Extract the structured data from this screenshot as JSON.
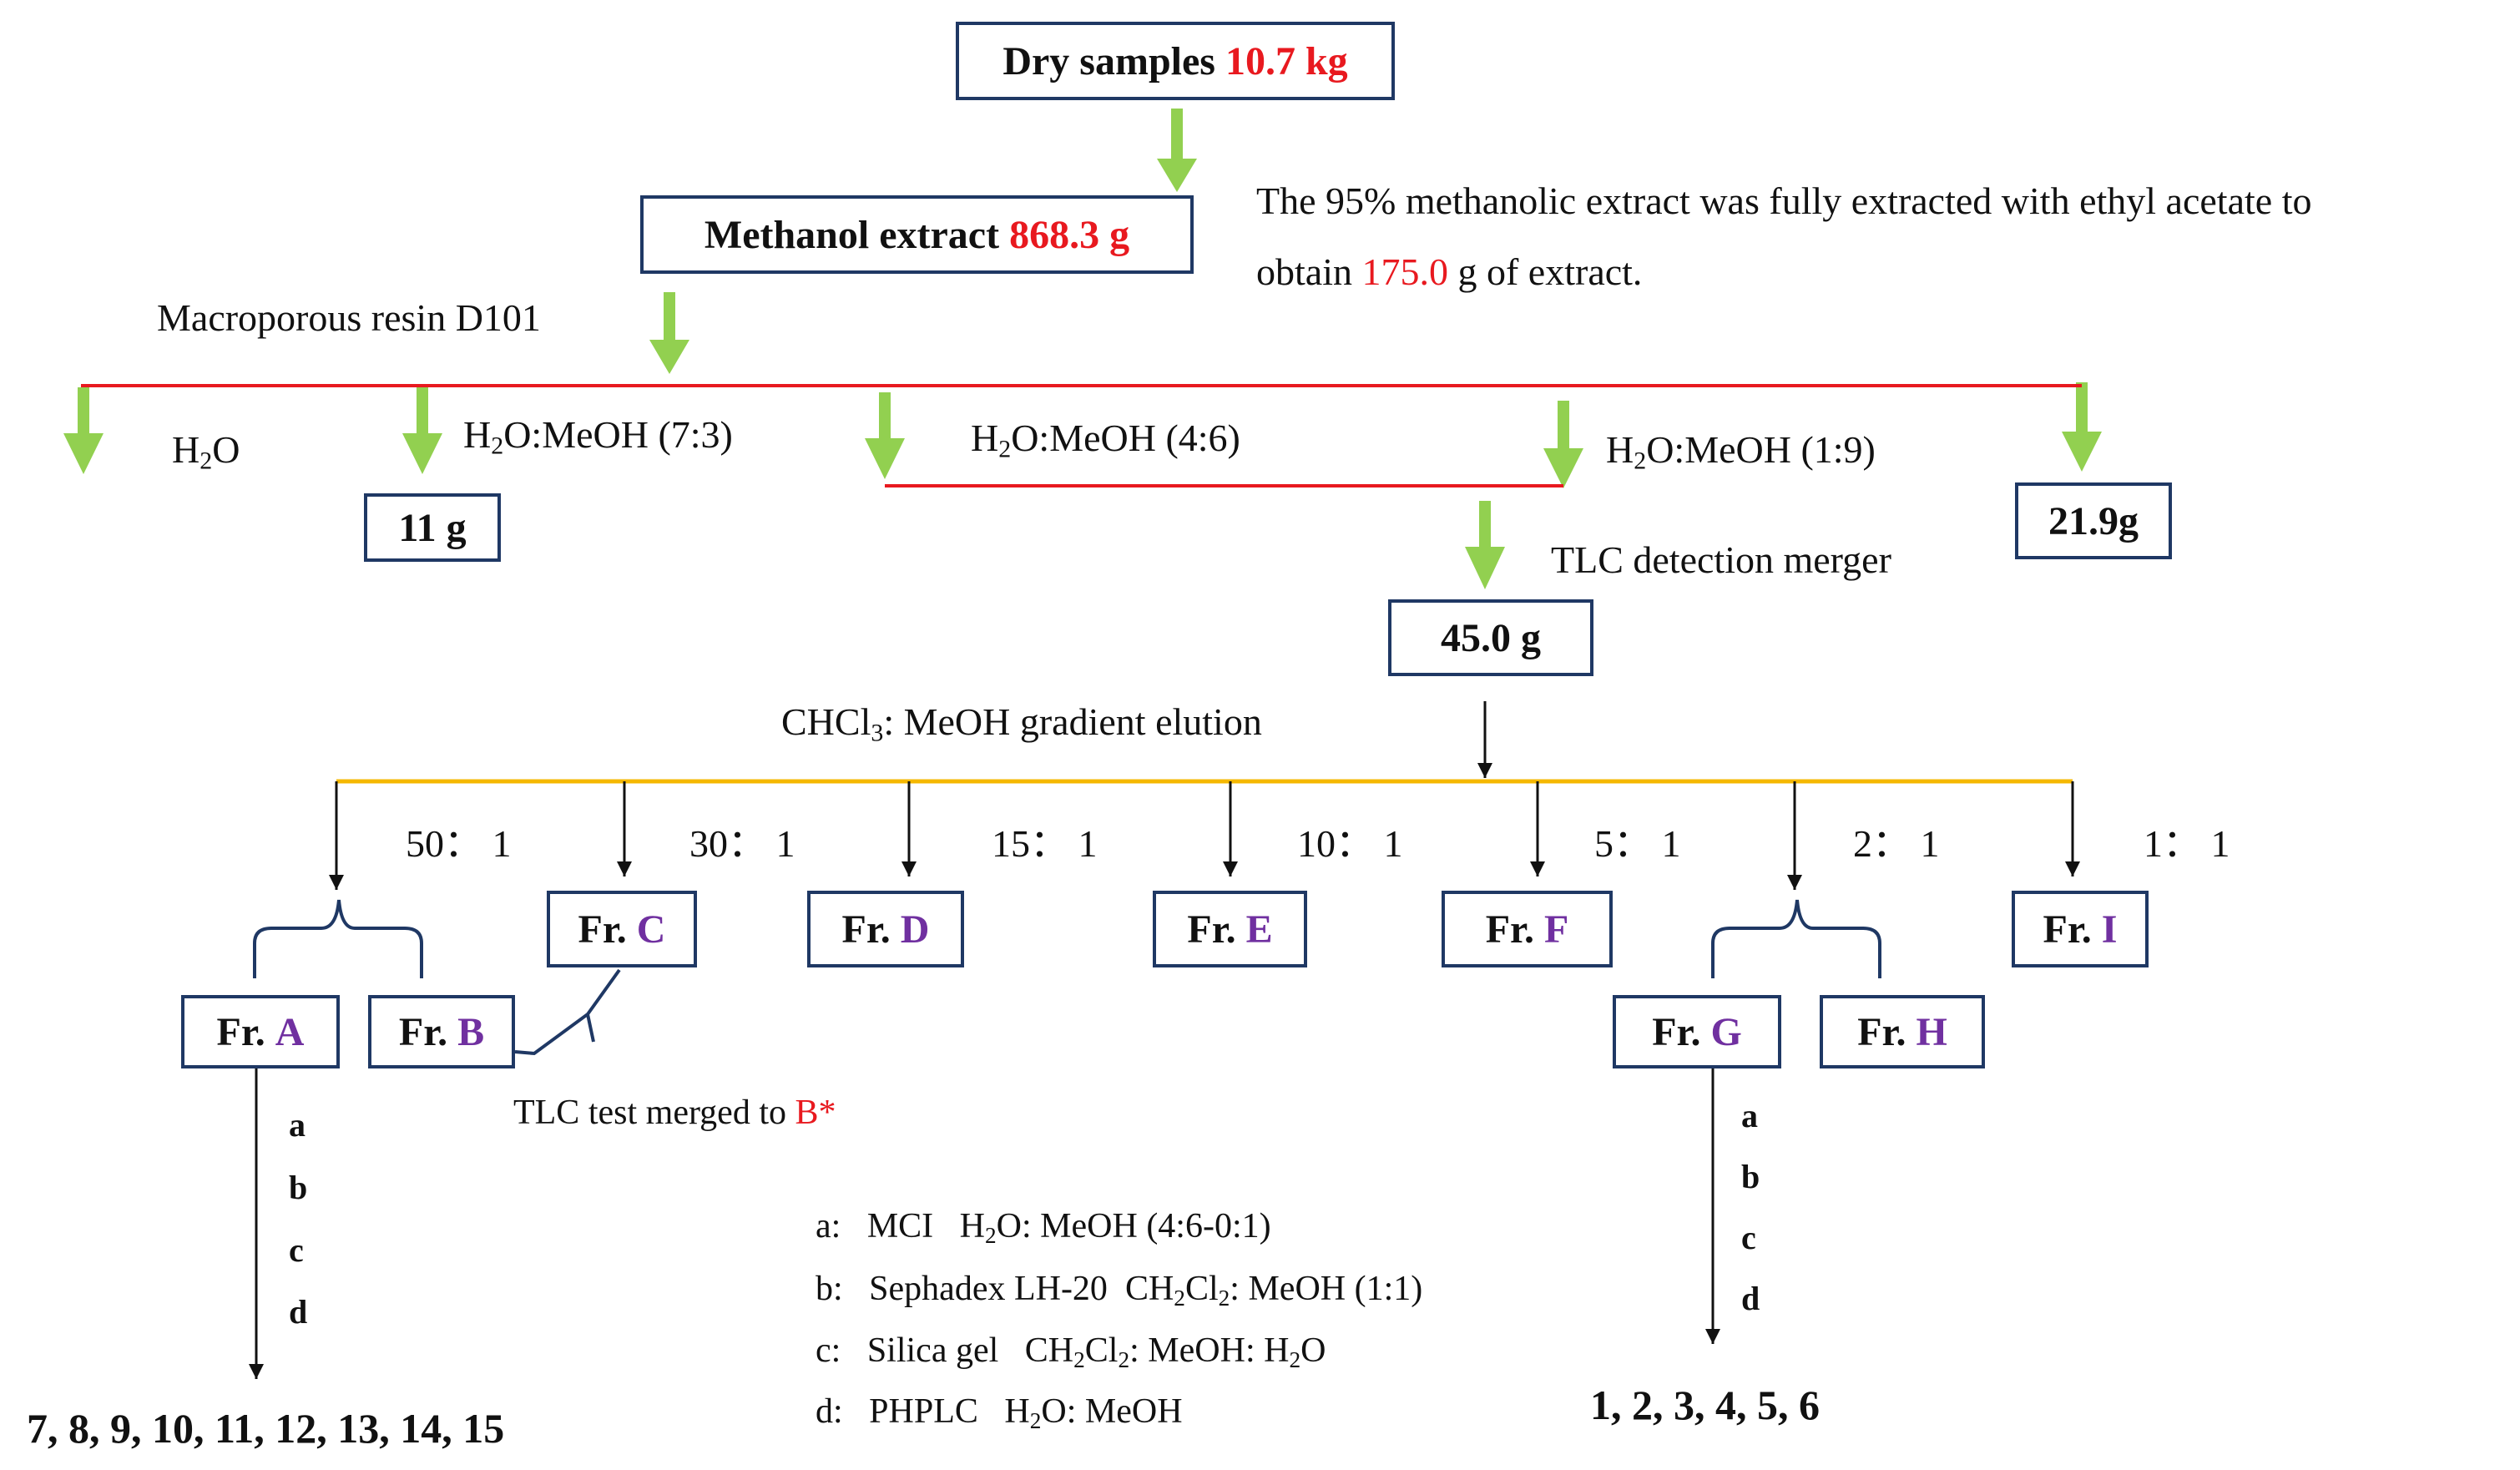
{
  "top_box": {
    "label": "Dry samples",
    "value": "10.7 kg"
  },
  "methanol_box": {
    "label": "Methanol extract",
    "value": "868.3 g"
  },
  "extract_note": {
    "line1": "The 95% methanolic extract was fully extracted with ethyl acetate to",
    "line2_pre": "obtain",
    "line2_value": "175.0",
    "line2_post": "g of extract."
  },
  "resin_label": "Macroporous resin D101",
  "elution": {
    "water": {
      "h": "H",
      "sub": "2",
      "rest": "O"
    },
    "e1": {
      "h": "H",
      "sub": "2",
      "rest": "O:MeOH (7:3)"
    },
    "e2": {
      "h": "H",
      "sub": "2",
      "rest": "O:MeOH (4:6)"
    },
    "e3": {
      "h": "H",
      "sub": "2",
      "rest": "O:MeOH (1:9)"
    }
  },
  "box_11g": "11 g",
  "box_21g": "21.9g",
  "tlc_merger": "TLC detection merger",
  "box_45g": "45.0 g",
  "gradient": {
    "pre": "CHCl",
    "sub": "3",
    "post": ": MeOH gradient elution"
  },
  "ratios": [
    "50： 1",
    "30： 1",
    "15： 1",
    "10： 1",
    "5： 1",
    "2： 1",
    "1： 1"
  ],
  "fractions": {
    "prefix": "Fr.",
    "A": "A",
    "B": "B",
    "C": "C",
    "D": "D",
    "E": "E",
    "F": "F",
    "G": "G",
    "H": "H",
    "I": "I"
  },
  "tlc_test": {
    "pre": "TLC test merged to",
    "target": "B*"
  },
  "steps_left": [
    "a",
    "b",
    "c",
    "d"
  ],
  "steps_right": [
    "a",
    "b",
    "c",
    "d"
  ],
  "compounds_left": "7,  8,  9,  10,  11,  12,  13,  14,  15",
  "compounds_right": "1,  2,  3,  4,  5,  6",
  "legend": [
    {
      "key": "a:",
      "method": "MCI",
      "cond_parts": [
        "H",
        "2",
        "O: MeOH (4:6-0:1)"
      ]
    },
    {
      "key": "b:",
      "method": "Sephadex LH-20",
      "cond_parts": [
        "CH",
        "2",
        "Cl",
        "2",
        ": MeOH (1:1)"
      ]
    },
    {
      "key": "c:",
      "method": "Silica gel",
      "cond_parts": [
        "CH",
        "2",
        "Cl",
        "2",
        ": MeOH: H",
        "2",
        "O"
      ]
    },
    {
      "key": "d:",
      "method": "PHPLC",
      "cond_parts": [
        "H",
        "2",
        "O: MeOH"
      ]
    }
  ],
  "colors": {
    "box_border": "#1f3864",
    "green_arrow": "#92d050",
    "red_line": "#e8191f",
    "gold_line": "#f5b800",
    "red_text": "#e8191f",
    "purple_text": "#7030a0"
  }
}
